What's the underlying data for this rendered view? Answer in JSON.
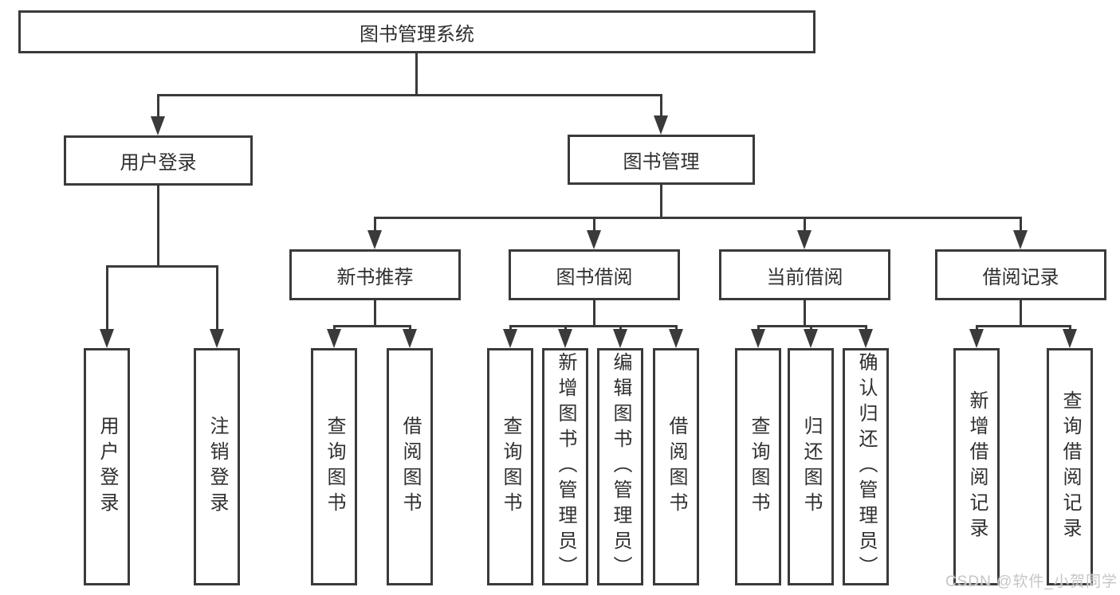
{
  "diagram_type": "functional-structure-tree",
  "colors": {
    "line": "#3a3a3a",
    "box_border": "#3a3a3a",
    "box_background": "#ffffff",
    "text": "#2f2f2f",
    "watermark": "#c6c6c6",
    "page_background": "#ffffff"
  },
  "tree": {
    "root": "图书管理系统",
    "branches": [
      {
        "label": "用户登录",
        "children": [
          "用户登录",
          "注销登录"
        ]
      },
      {
        "label": "图书管理",
        "groups": [
          {
            "label": "新书推荐",
            "children": [
              "查询图书",
              "借阅图书"
            ]
          },
          {
            "label": "图书借阅",
            "children": [
              "查询图书",
              "新增图书（管理员）",
              "编辑图书（管理员）",
              "借阅图书"
            ]
          },
          {
            "label": "当前借阅",
            "children": [
              "查询图书",
              "归还图书",
              "确认归还（管理员）"
            ]
          },
          {
            "label": "借阅记录",
            "children": [
              "新增借阅记录",
              "查询借阅记录"
            ]
          }
        ]
      }
    ]
  },
  "watermark": {
    "text": "CSDN @软件_小贺同学"
  }
}
